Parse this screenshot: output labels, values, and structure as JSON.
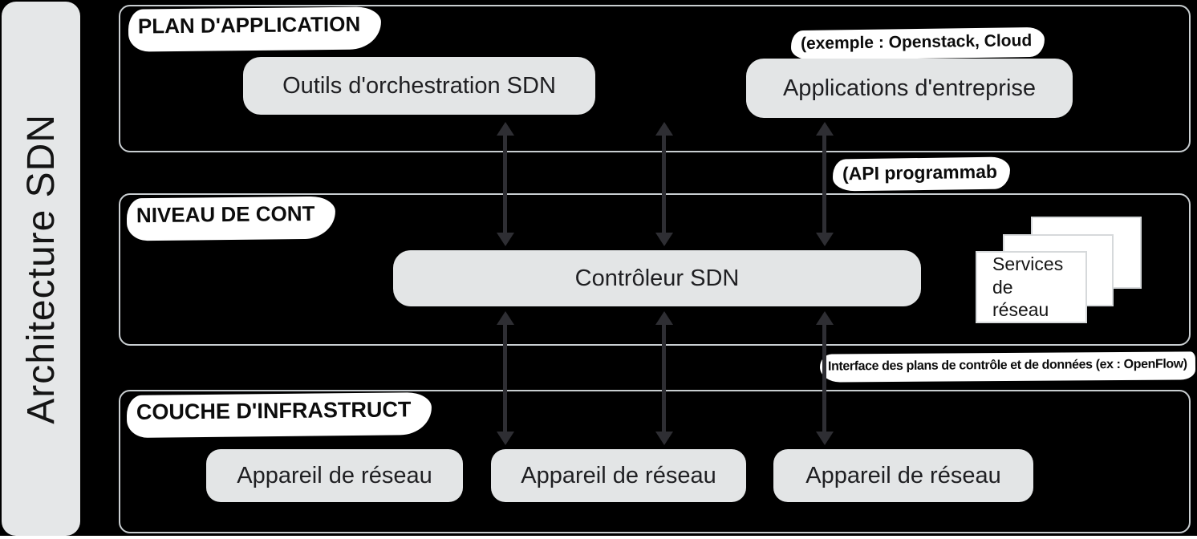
{
  "diagram": {
    "sidebar_title": "Architecture SDN",
    "layers": [
      {
        "title": "PLAN D'APPLICATION",
        "note": "(exemple : Openstack, Cloud",
        "boxes": [
          "Outils d'orchestration SDN",
          "Applications d'entreprise"
        ]
      },
      {
        "title": "NIVEAU DE CONT",
        "note": "(API programmab",
        "boxes": [
          "Contrôleur SDN"
        ],
        "services_label": "Services de réseau"
      },
      {
        "title": "COUCHE D'INFRASTRUCT",
        "note": "Interface des plans de contrôle et de données (ex : OpenFlow)",
        "boxes": [
          "Appareil de réseau",
          "Appareil de réseau",
          "Appareil de réseau"
        ]
      }
    ],
    "colors": {
      "background": "#000000",
      "layer_border": "#c9ced1",
      "box_fill": "#e3e5e6",
      "arrow": "#2e2e33",
      "card_fill": "#ffffff",
      "highlight": "#ffffff"
    }
  }
}
